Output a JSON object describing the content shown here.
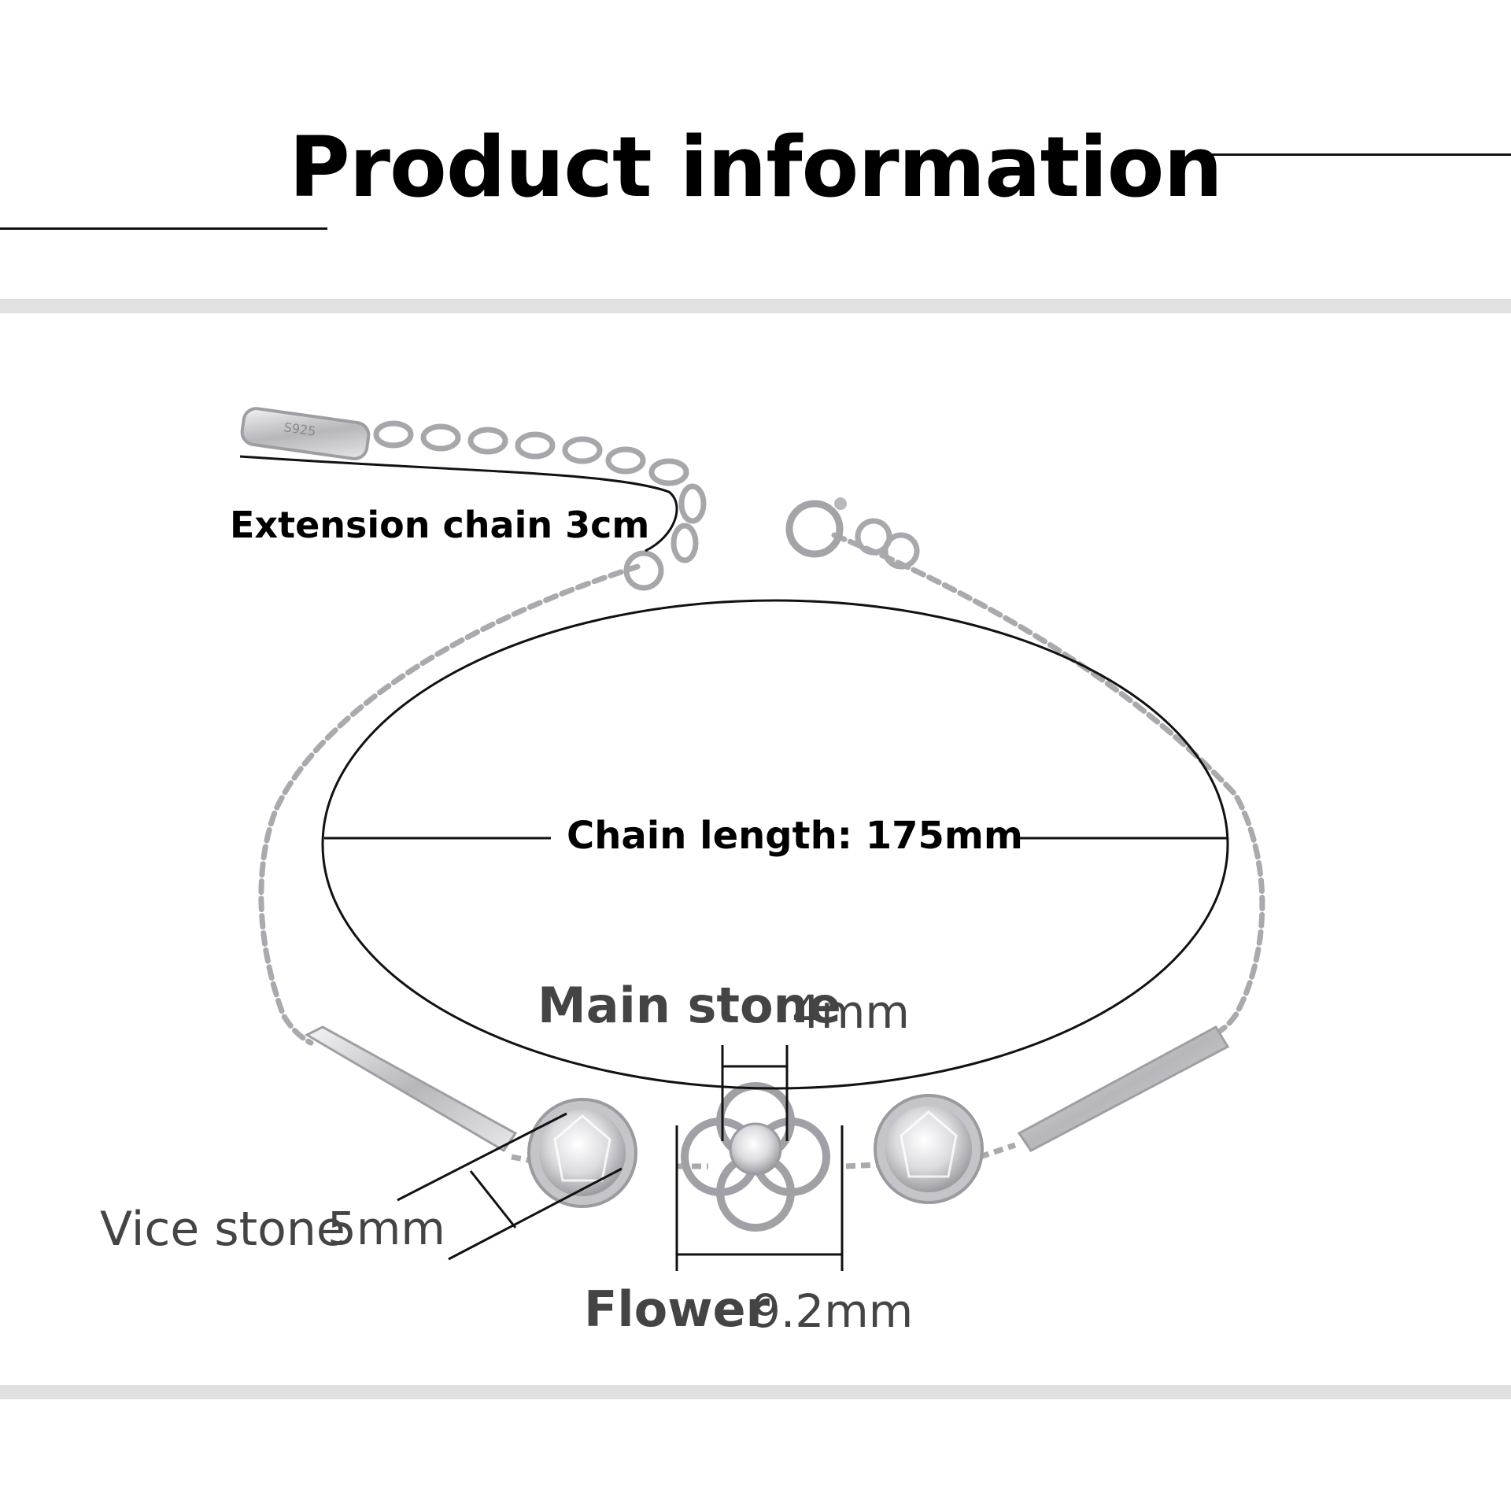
{
  "title": "Product information",
  "labels": {
    "extension_chain": "Extension chain 3cm",
    "chain_length": "Chain length: 175mm",
    "main_stone_label": "Main stone",
    "main_stone_size": "4mm",
    "vice_stone_label": "Vice stone",
    "vice_stone_size": "5mm",
    "flower_label": "Flower",
    "flower_size": "9.2mm"
  },
  "colors": {
    "background": "#ffffff",
    "band": "#e1e1e1",
    "text": "#000000",
    "muted_text": "#444444",
    "silver": "#b9b9bd"
  }
}
